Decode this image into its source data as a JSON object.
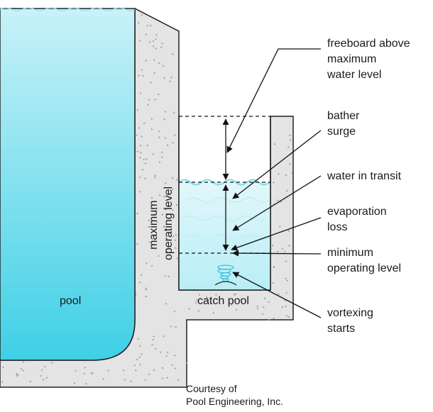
{
  "labels": {
    "freeboard": [
      "freeboard above",
      "maximum",
      "water level"
    ],
    "bather_surge": [
      "bather",
      "surge"
    ],
    "water_in_transit": [
      "water in transit"
    ],
    "evaporation_loss": [
      "evaporation",
      "loss"
    ],
    "minimum_operating_level": [
      "minimum",
      "operating level"
    ],
    "vortexing_starts": [
      "vortexing",
      "starts"
    ],
    "maximum_operating_level": [
      "maximum",
      "operating level"
    ],
    "pool": "pool",
    "catch_pool": "catch pool"
  },
  "credit": [
    "Courtesy of",
    "Pool Engineering, Inc."
  ],
  "colors": {
    "concrete": "#e4e4e4",
    "concrete_speckle": "#9a9a9a",
    "water_light": "#d9f5fa",
    "water_deep": "#4fd3e8",
    "outline": "#222222"
  }
}
